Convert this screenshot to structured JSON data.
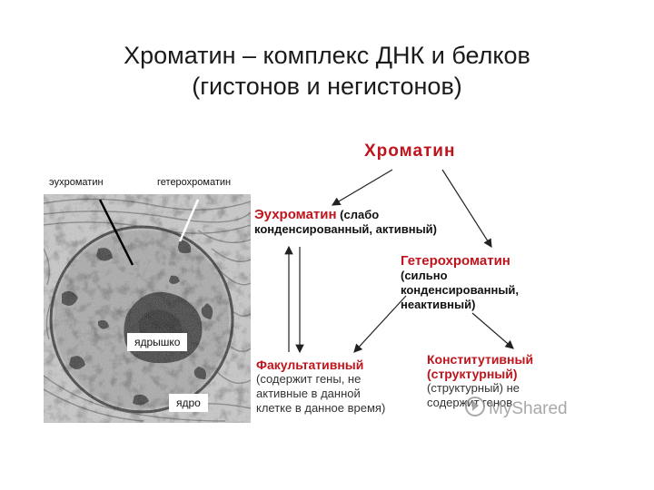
{
  "title": {
    "line1": "Хроматин – комплекс ДНК и белков",
    "line2": "(гистонов и негистонов)"
  },
  "micrograph": {
    "label_euchromatin": "эухроматин",
    "label_heterochromatin": "гетерохроматин",
    "label_nucleolus": "ядрышко",
    "label_nucleus": "ядро"
  },
  "scheme": {
    "chromatin": "Хроматин",
    "euchromatin": {
      "name": "Эухроматин",
      "desc1": "(слабо",
      "desc2": "конденсированный, активный)"
    },
    "heterochromatin": {
      "name": "Гетерохроматин",
      "desc1": "(сильно",
      "desc2": "конденсированный,",
      "desc3": "неактивный)"
    },
    "facultative": {
      "name": "Факультативный",
      "desc1": "(содержит гены, не",
      "desc2": "активные в данной",
      "desc3": "клетке в данное время)"
    },
    "constitutive": {
      "name1": "Конститутивный",
      "name2": "(структурный)",
      "desc1": "(структурный) не",
      "desc2": "содержит генов"
    }
  },
  "watermark": {
    "text": "MyShared"
  },
  "colors": {
    "accent": "#c0141c",
    "text": "#111111"
  }
}
